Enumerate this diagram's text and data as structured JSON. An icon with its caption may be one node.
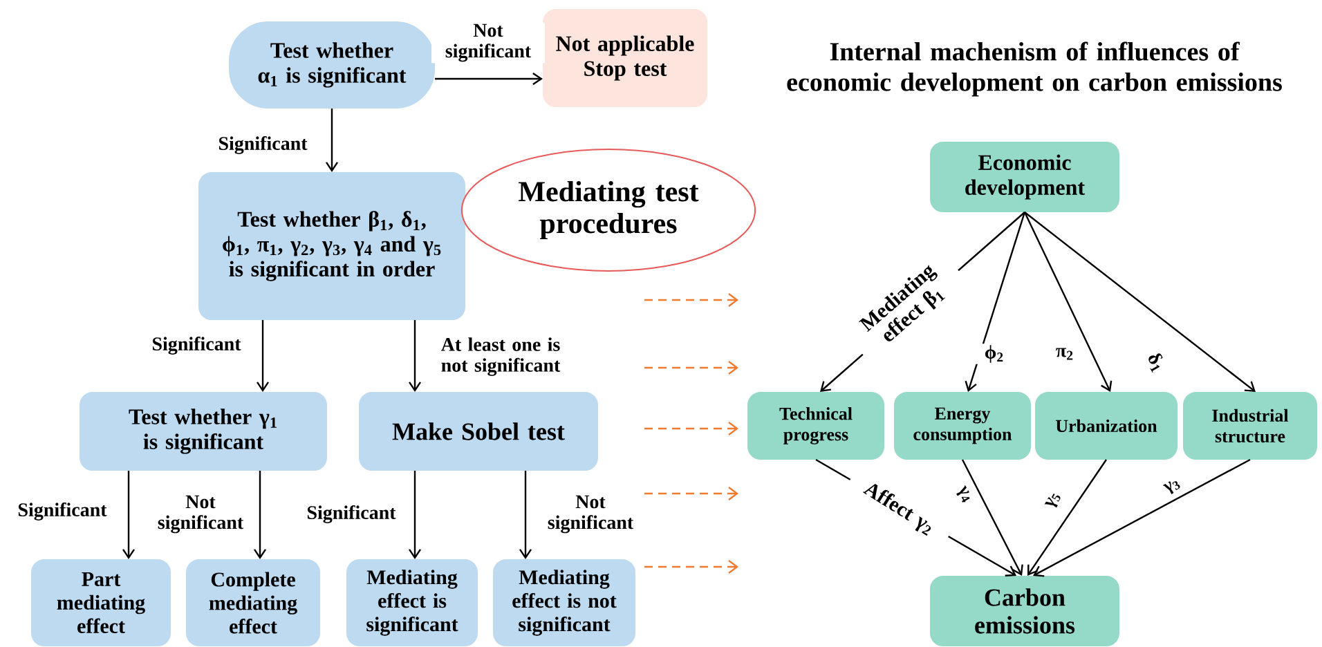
{
  "diagram": {
    "title": "Internal machenism of influences of economic development on carbon emissions",
    "nodes": [
      {
        "text": [
          "Test whether α$_{1}$ is significant"
        ]
      },
      {
        "text": [
          "Not applicable Stop test"
        ]
      },
      {
        "text": [
          "Test whether β$_{1}$, δ$_{1}$, ϕ$_{1}$, π$_{1}$, γ$_{2}$, γ$_{3}$, γ$_{4}$ and γ$_{5}$ is significant in order"
        ]
      },
      {
        "text": [
          "Test whether γ$_{1}$ is significant"
        ]
      },
      {
        "text": [
          "Make Sobel test"
        ]
      },
      {
        "text": [
          "Part mediating effect"
        ]
      },
      {
        "text": [
          "Complete mediating effect"
        ]
      },
      {
        "text": [
          "Mediating effect is significant"
        ]
      },
      {
        "text": [
          "Mediating effect is not significant"
        ]
      },
      {
        "text": [
          "Mediating test procedures"
        ]
      },
      {
        "text": [
          "Economic development"
        ]
      },
      {
        "text": [
          "Technical progress"
        ]
      },
      {
        "text": [
          "Energy consumption"
        ]
      },
      {
        "text": [
          "Urbanization"
        ]
      },
      {
        "text": [
          "Industrial structure"
        ]
      },
      {
        "text": [
          "Carbon emissions"
        ]
      }
    ],
    "edges": [
      {
        "from": 0,
        "to": 1,
        "arrow": "to",
        "label": "Not significant"
      },
      {
        "from": 0,
        "to": 2,
        "arrow": "to",
        "label": "Significant"
      },
      {
        "from": 2,
        "to": 3,
        "arrow": "to",
        "label": "Significant"
      },
      {
        "from": 2,
        "to": 4,
        "arrow": "to",
        "label": "At least one is not significant"
      },
      {
        "from": 3,
        "to": 5,
        "arrow": "to",
        "label": "Significant"
      },
      {
        "from": 3,
        "to": 6,
        "arrow": "to",
        "label": "Not significant"
      },
      {
        "from": 4,
        "to": 7,
        "arrow": "to",
        "label": "Significant"
      },
      {
        "from": 4,
        "to": 8,
        "arrow": "to",
        "label": "Not significant"
      },
      {
        "from": 10,
        "to": 11,
        "arrow": "to",
        "label": "Mediating effect β$_{1}$"
      },
      {
        "from": 10,
        "to": 12,
        "arrow": "to",
        "label": "ϕ$_{2}$"
      },
      {
        "from": 10,
        "to": 13,
        "arrow": "to",
        "label": "π$_{2}$"
      },
      {
        "from": 10,
        "to": 14,
        "arrow": "to",
        "label": "δ$_{1}$"
      },
      {
        "from": 11,
        "to": 15,
        "arrow": "to",
        "label": "Affect γ$_{2}$"
      },
      {
        "from": 12,
        "to": 15,
        "arrow": "to",
        "label": "γ$_{4}$"
      },
      {
        "from": 13,
        "to": 15,
        "arrow": "to",
        "label": "γ$_{5}$"
      },
      {
        "from": 14,
        "to": 15,
        "arrow": "to",
        "label": "γ$_{3}$"
      }
    ]
  }
}
